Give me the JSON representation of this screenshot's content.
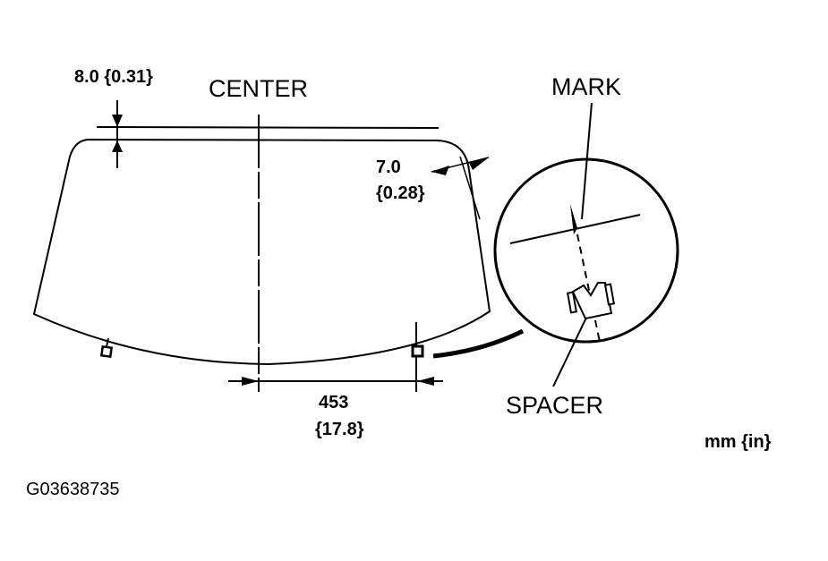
{
  "diagram": {
    "labels": {
      "top_offset": "8.0 {0.31}",
      "center": "CENTER",
      "side_offset_mm": "7.0",
      "side_offset_in": "{0.28}",
      "spacer_distance_mm": "453",
      "spacer_distance_in": "{17.8}",
      "mark": "MARK",
      "spacer": "SPACER",
      "units": "mm {in}",
      "figure_id": "G03638735"
    },
    "parts": [
      "windshield-glass",
      "center-line",
      "spacer",
      "mark",
      "detail-circle"
    ],
    "colors": {
      "line": "#000000",
      "background": "#ffffff"
    }
  }
}
